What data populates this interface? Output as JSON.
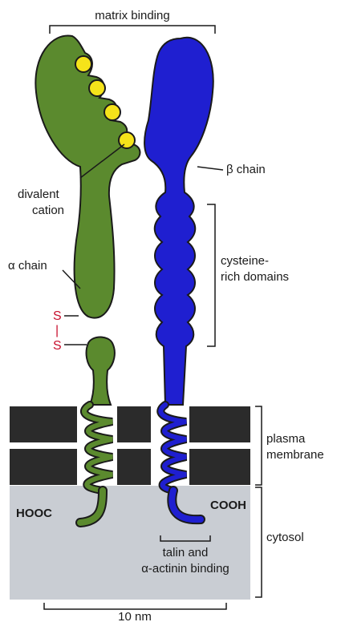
{
  "labels": {
    "matrix_binding": "matrix binding",
    "beta_chain": "β chain",
    "cysteine_rich_line1": "cysteine-",
    "cysteine_rich_line2": "rich domains",
    "divalent_line1": "divalent",
    "divalent_line2": "cation",
    "alpha_chain": "α chain",
    "disulfide_s1": "S",
    "disulfide_bond": "|",
    "disulfide_s2": "S",
    "plasma_line1": "plasma",
    "plasma_line2": "membrane",
    "hooc": "HOOC",
    "cooh": "COOH",
    "cytosol": "cytosol",
    "talin_line1": "talin and",
    "talin_line2": "α-actinin binding",
    "scale": "10 nm"
  },
  "colors": {
    "alpha_chain": "#5b8a2e",
    "beta_chain": "#1f1fd0",
    "cation": "#f5e31a",
    "membrane": "#2b2b2b",
    "cytosol": "#c9cdd3",
    "disulfide": "#c8102e"
  }
}
